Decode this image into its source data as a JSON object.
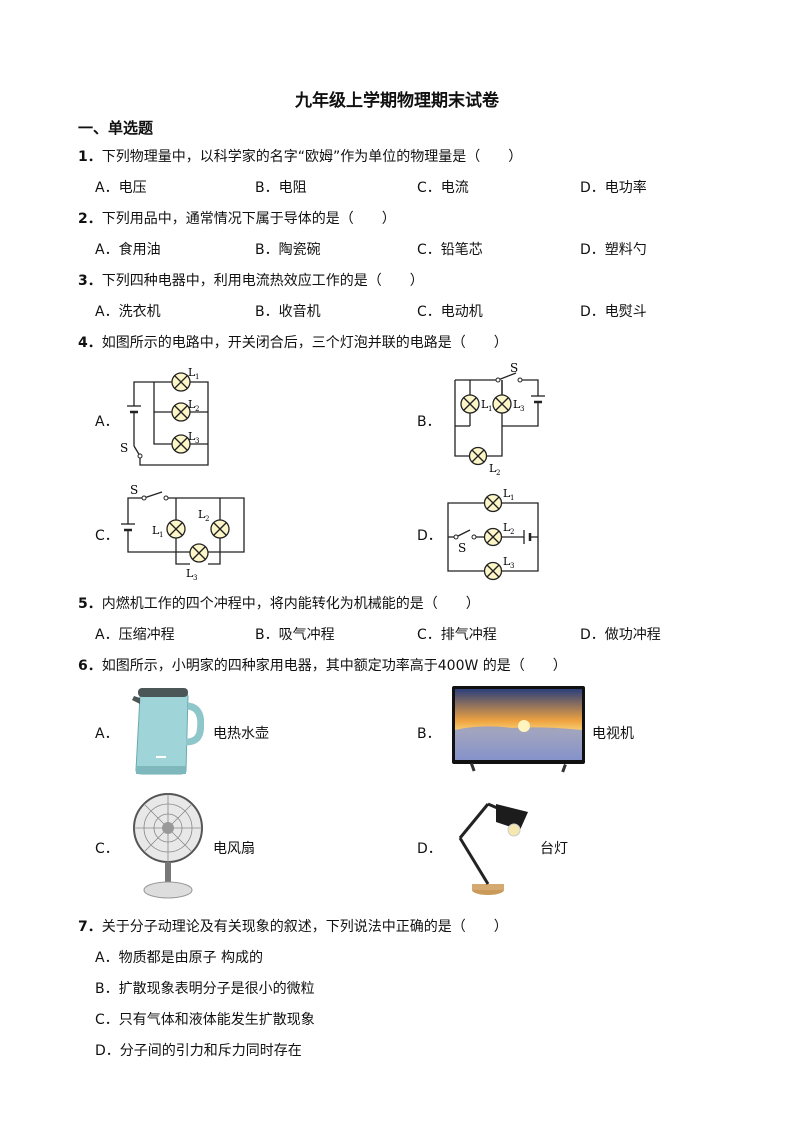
{
  "title": "九年级上学期物理期末试卷",
  "section": "一、单选题",
  "questions": [
    {
      "num": "1．",
      "text": "下列物理量中，以科学家的名字“欧姆”作为单位的物理量是（　　）",
      "options": [
        "A．电压",
        "B．电阻",
        "C．电流",
        "D．电功率"
      ]
    },
    {
      "num": "2．",
      "text": "下列用品中，通常情况下属于导体的是（　　）",
      "options": [
        "A．食用油",
        "B．陶瓷碗",
        "C．铅笔芯",
        "D．塑料勺"
      ]
    },
    {
      "num": "3．",
      "text": "下列四种电器中，利用电流热效应工作的是（　　）",
      "options": [
        "A．洗衣机",
        "B．收音机",
        "C．电动机",
        "D．电熨斗"
      ]
    },
    {
      "num": "4．",
      "text": "如图所示的电路中，开关闭合后，三个灯泡并联的电路是（　　）",
      "options": [
        "A．",
        "B．",
        "C．",
        "D．"
      ]
    },
    {
      "num": "5．",
      "text": "内燃机工作的四个冲程中，将内能转化为机械能的是（　　）",
      "options": [
        "A．压缩冲程",
        "B．吸气冲程",
        "C．排气冲程",
        "D．做功冲程"
      ]
    },
    {
      "num": "6．",
      "text": "如图所示，小明家的四种家用电器，其中额定功率高于400W 的是（　　）",
      "options": [
        "A．",
        "B．",
        "C．",
        "D．"
      ],
      "captions": [
        "电热水壶",
        "电视机",
        "电风扇",
        "台灯"
      ]
    },
    {
      "num": "7．",
      "text": "关于分子动理论及有关现象的叙述，下列说法中正确的是（　　）",
      "options": [
        "A．物质都是由原子 构成的",
        "B．扩散现象表明分子是很小的微粒",
        "C．只有气体和液体能发生扩散现象",
        "D．分子间的引力和斥力同时存在"
      ]
    }
  ],
  "circuit_labels": {
    "s": "S",
    "l": "L",
    "sub1": "1",
    "sub2": "2",
    "sub3": "3"
  }
}
